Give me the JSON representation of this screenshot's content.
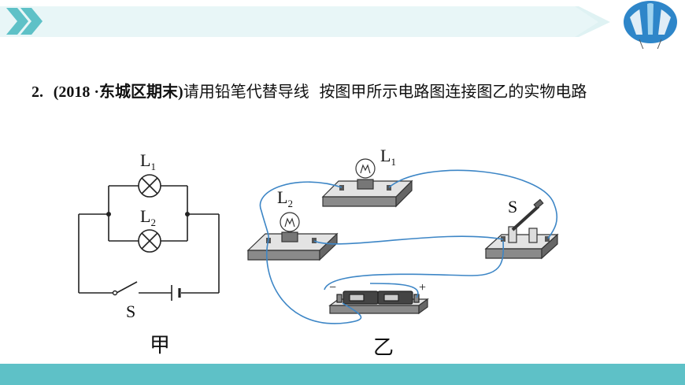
{
  "question": {
    "number": "2.",
    "source": "(2018 ·东城区期末)",
    "prefix": "请",
    "underlined": "用铅笔代替导线",
    "rest": "按图甲所示电路图连接图乙的实物电路"
  },
  "schematic": {
    "lamp1_label": "L",
    "lamp1_sub": "1",
    "lamp2_label": "L",
    "lamp2_sub": "2",
    "switch_label": "S",
    "caption": "甲"
  },
  "physical": {
    "lamp1_label": "L",
    "lamp1_sub": "1",
    "lamp2_label": "L",
    "lamp2_sub": "2",
    "switch_label": "S",
    "battery_neg": "−",
    "battery_pos": "+",
    "caption": "乙"
  },
  "colors": {
    "banner_teal": "#5ec1c7",
    "wire_blue": "#3d86c6",
    "balloon_blue": "#2e86c9"
  },
  "icons": [
    "chevron-right-icon",
    "hot-air-balloon-icon"
  ]
}
